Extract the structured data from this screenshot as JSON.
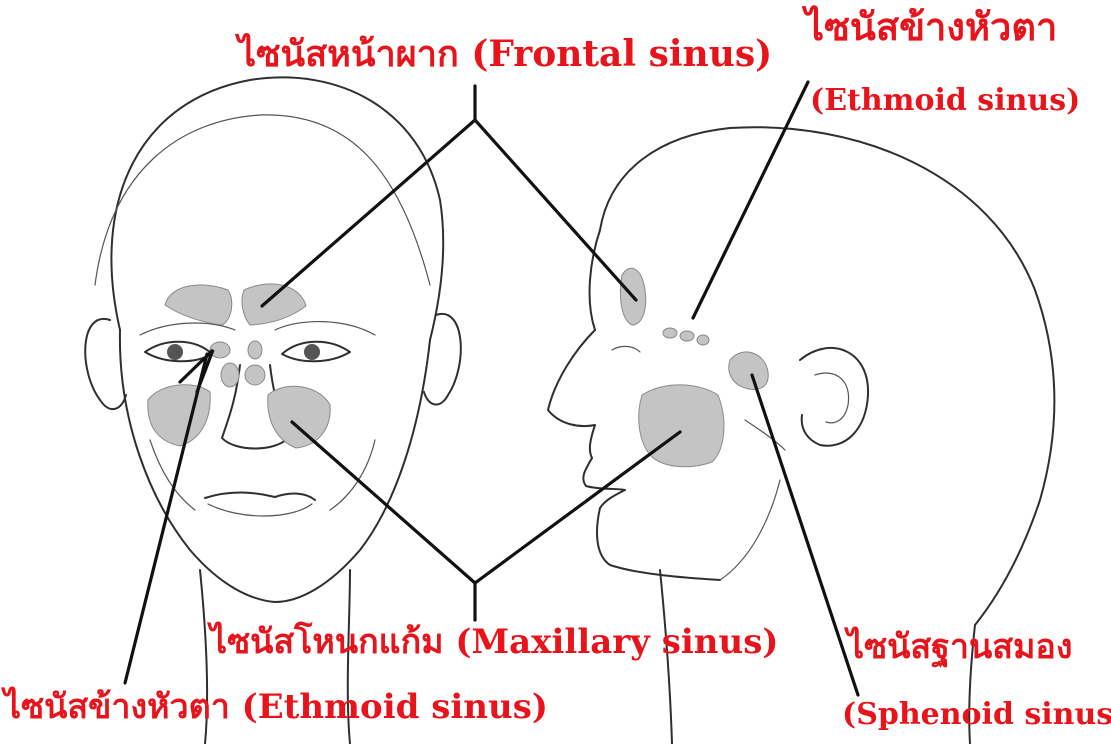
{
  "labels": {
    "frontal": "ไซนัสหน้าผาก (Frontal sinus)",
    "ethmoid_top_thai": "ไซนัสข้างหัวตา",
    "ethmoid_top_en": "(Ethmoid sinus)",
    "maxillary": "ไซนัสโหนกแก้ม (Maxillary sinus)",
    "sphenoid_thai": "ไซนัสฐานสมอง",
    "sphenoid_en": "(Sphenoid sinus)",
    "ethmoid_bottom": "ไซนัสข้างหัวตา (Ethmoid sinus)"
  },
  "colors": {
    "label": "#e8141c",
    "leader": "#111111",
    "sinus_fill": "#c4c4c4",
    "sketch": "#2f2f2f"
  }
}
